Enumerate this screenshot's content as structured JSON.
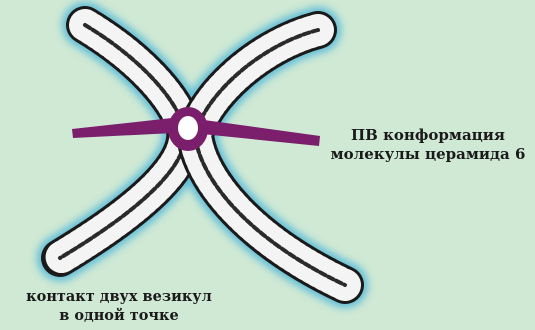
{
  "diagram": {
    "background_color": "#cfe9d4",
    "membrane_outer_color": "#1a1a1a",
    "membrane_stripe_color": "#f4f4f4",
    "membrane_glow_color": "#4fb6d9",
    "molecule_color": "#7b1e6b",
    "molecule_center_color": "#ffffff"
  },
  "labels": {
    "callout": {
      "line1": "ПВ конформация",
      "line2": "молекулы церамида 6"
    },
    "caption": {
      "line1": "контакт двух везикул",
      "line2": "в одной точке"
    }
  }
}
